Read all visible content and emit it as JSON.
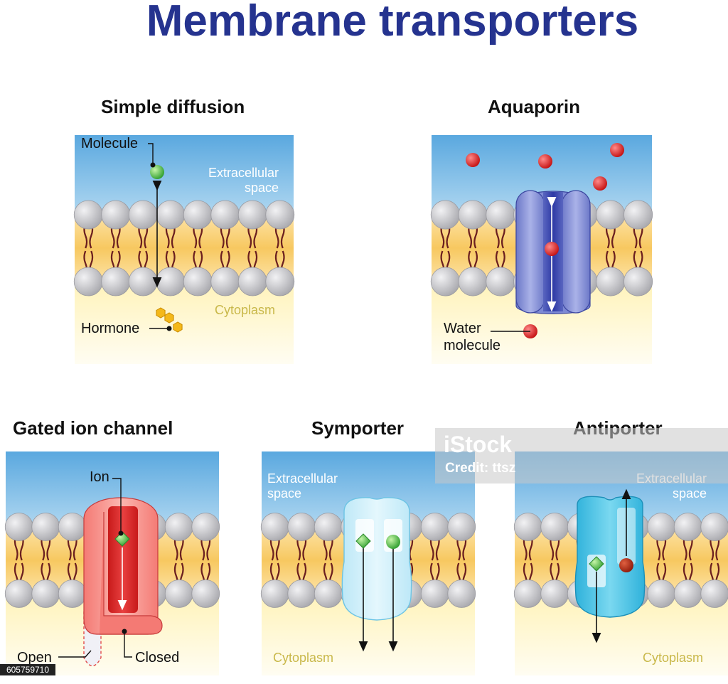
{
  "title": "Membrane transporters",
  "colors": {
    "title": "#25338f",
    "extracellular": "#5aa8df",
    "cytoplasm": "#fff6c6",
    "membrane_core": "#f7c860",
    "head": "#b8b8bc",
    "tail": "#6b1f1f",
    "water": "#e22020",
    "aquaporin": "#8d97d8",
    "channel": "#f58c86",
    "symporter": "#cdeffa",
    "antiporter": "#49c3e6",
    "green_molecule": "#3db23d",
    "hormone": "#f4b81a"
  },
  "panels": {
    "simple_diffusion": {
      "title": "Simple diffusion",
      "molecule_label": "Molecule",
      "extracellular_label_1": "Extracellular",
      "extracellular_label_2": "space",
      "cytoplasm_label": "Cytoplasm",
      "hormone_label": "Hormone"
    },
    "aquaporin": {
      "title": "Aquaporin",
      "water_label_1": "Water",
      "water_label_2": "molecule"
    },
    "gated_ion_channel": {
      "title": "Gated ion channel",
      "ion_label": "Ion",
      "open_label": "Open",
      "closed_label": "Closed"
    },
    "symporter": {
      "title": "Symporter",
      "extracellular_label_1": "Extracellular",
      "extracellular_label_2": "space",
      "cytoplasm_label": "Cytoplasm"
    },
    "antiporter": {
      "title": "Antiporter",
      "extracellular_label_1": "Extracellular",
      "extracellular_label_2": "space",
      "cytoplasm_label": "Cytoplasm"
    }
  },
  "watermark": {
    "logo": "iStock",
    "credit": "Credit: ttsz"
  },
  "stock_id": "605759710"
}
